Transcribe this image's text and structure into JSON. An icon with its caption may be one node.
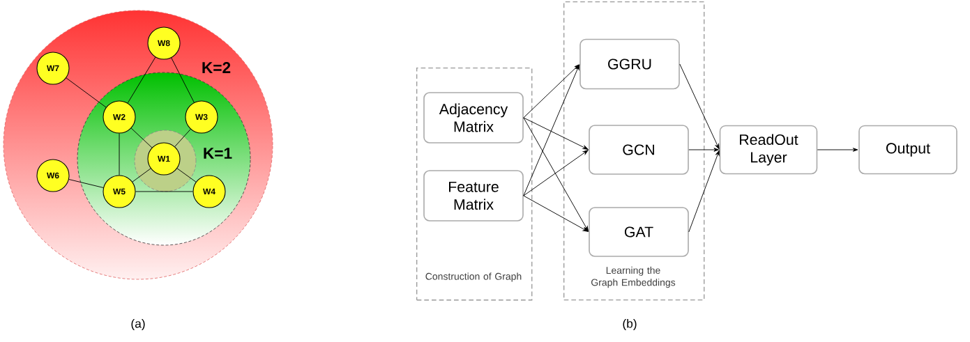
{
  "diagram": {
    "nodes": [
      {
        "text": [
          "K=2"
        ]
      },
      {
        "text": [
          "K=1"
        ],
        "in": 0
      },
      {
        "text": [],
        "shape": "circle",
        "in": 1
      },
      {
        "text": [
          "W8"
        ],
        "in": 0
      },
      {
        "text": [
          "W7"
        ],
        "in": 0
      },
      {
        "text": [
          "W2"
        ],
        "in": 1
      },
      {
        "text": [
          "W3"
        ],
        "in": 1
      },
      {
        "text": [
          "W1"
        ],
        "in": 2
      },
      {
        "text": [
          "W6"
        ],
        "in": 0
      },
      {
        "text": [
          "W5"
        ],
        "in": 1
      },
      {
        "text": [
          "W4"
        ],
        "in": 1
      },
      {
        "text": [
          "Construction of Graph"
        ]
      },
      {
        "text": [
          "Adjacency Matrix"
        ],
        "in": 11
      },
      {
        "text": [
          "Feature Matrix"
        ],
        "in": 11
      },
      {
        "text": [
          "Learning the Graph Embeddings"
        ]
      },
      {
        "text": [
          "GGRU"
        ],
        "in": 14
      },
      {
        "text": [
          "GCN"
        ],
        "in": 14
      },
      {
        "text": [
          "GAT"
        ],
        "in": 14
      },
      {
        "text": [
          "ReadOut Layer"
        ]
      },
      {
        "text": [
          "Output"
        ]
      }
    ],
    "edges": [
      {
        "from": 4,
        "to": 5,
        "arrow": "none"
      },
      {
        "from": 3,
        "to": 5,
        "arrow": "none"
      },
      {
        "from": 3,
        "to": 6,
        "arrow": "none"
      },
      {
        "from": 5,
        "to": 7,
        "arrow": "none"
      },
      {
        "from": 6,
        "to": 7,
        "arrow": "none"
      },
      {
        "from": 5,
        "to": 9,
        "arrow": "none"
      },
      {
        "from": 7,
        "to": 9,
        "arrow": "none"
      },
      {
        "from": 7,
        "to": 10,
        "arrow": "none"
      },
      {
        "from": 8,
        "to": 9,
        "arrow": "none"
      },
      {
        "from": 9,
        "to": 10,
        "arrow": "none"
      },
      {
        "from": 12,
        "to": 15,
        "arrow": "to"
      },
      {
        "from": 12,
        "to": 16,
        "arrow": "to"
      },
      {
        "from": 12,
        "to": 17,
        "arrow": "to"
      },
      {
        "from": 13,
        "to": 15,
        "arrow": "to"
      },
      {
        "from": 13,
        "to": 16,
        "arrow": "to"
      },
      {
        "from": 13,
        "to": 17,
        "arrow": "to"
      },
      {
        "from": 15,
        "to": 18,
        "arrow": "to"
      },
      {
        "from": 16,
        "to": 18,
        "arrow": "to"
      },
      {
        "from": 17,
        "to": 18,
        "arrow": "to"
      },
      {
        "from": 18,
        "to": 19,
        "arrow": "to"
      }
    ],
    "labels": [
      "(a)",
      "(b)"
    ]
  }
}
